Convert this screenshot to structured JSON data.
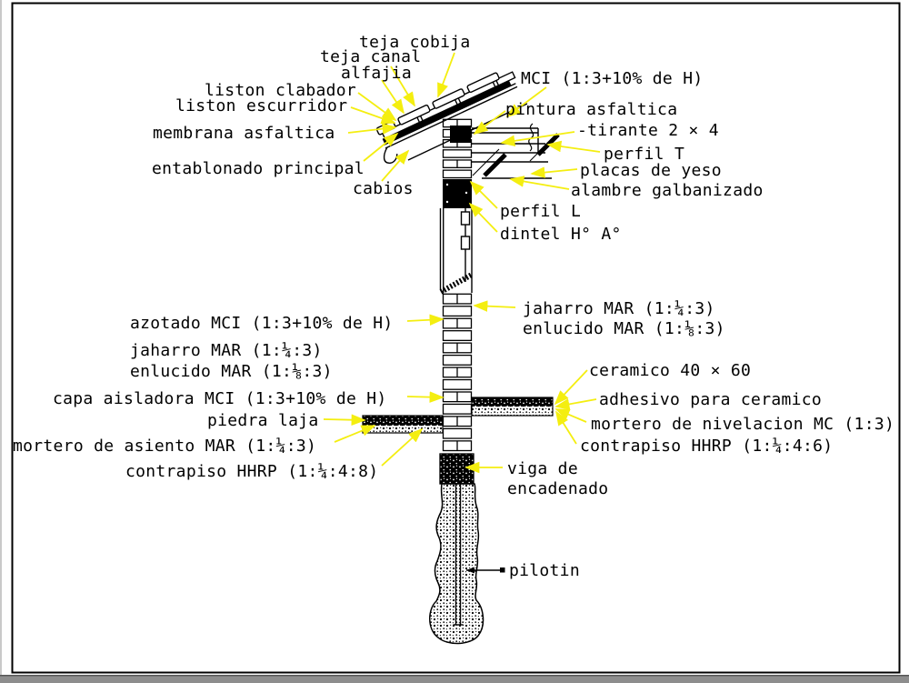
{
  "document": {
    "type": "construction-detail-section",
    "language": "es"
  },
  "colors": {
    "background": "#ffffff",
    "line": "#000000",
    "leader": "#f4ee10",
    "window_edge_gray": "#8d8d8d"
  },
  "labels": [
    {
      "id": "teja-cobija",
      "text": "teja cobija"
    },
    {
      "id": "teja-canal",
      "text": "teja canal"
    },
    {
      "id": "alfajia",
      "text": "alfajia"
    },
    {
      "id": "liston-clabador",
      "text": "liston clabador"
    },
    {
      "id": "liston-escurridor",
      "text": "liston escurridor"
    },
    {
      "id": "membrana-asfaltica",
      "text": "membrana asfaltica"
    },
    {
      "id": "entablonado-principal",
      "text": "entablonado principal"
    },
    {
      "id": "cabios",
      "text": "cabios"
    },
    {
      "id": "mci-roof",
      "text": "MCI (1:3+10% de H)"
    },
    {
      "id": "pintura-asfaltica",
      "text": "pintura asfaltica"
    },
    {
      "id": "tirante",
      "text": "-tirante 2 × 4"
    },
    {
      "id": "perfil-t",
      "text": "perfil T"
    },
    {
      "id": "placas-de-yeso",
      "text": "placas de yeso"
    },
    {
      "id": "alambre-galbanizado",
      "text": "alambre galbanizado"
    },
    {
      "id": "perfil-l",
      "text": "perfil L"
    },
    {
      "id": "dintel",
      "text": "dintel H° A°"
    },
    {
      "id": "jaharro-right",
      "text": "jaharro MAR (1:¼:3)"
    },
    {
      "id": "enlucido-right",
      "text": "enlucido MAR (1:⅛:3)"
    },
    {
      "id": "azotado",
      "text": "azotado MCI (1:3+10% de H)"
    },
    {
      "id": "jaharro-left",
      "text": "jaharro MAR (1:¼:3)"
    },
    {
      "id": "enlucido-left",
      "text": "enlucido MAR (1:⅛:3)"
    },
    {
      "id": "capa-aisladora",
      "text": "capa aisladora MCI (1:3+10% de H)"
    },
    {
      "id": "piedra-laja",
      "text": "piedra laja"
    },
    {
      "id": "mortero-asiento",
      "text": "mortero de asiento MAR (1:¼:3)"
    },
    {
      "id": "contrapiso-left",
      "text": "contrapiso HHRP (1:¼:4:8)"
    },
    {
      "id": "ceramico",
      "text": "ceramico 40 × 60"
    },
    {
      "id": "adhesivo-ceramico",
      "text": "adhesivo para ceramico"
    },
    {
      "id": "mortero-nivelacion",
      "text": "mortero de nivelacion MC (1:3)"
    },
    {
      "id": "contrapiso-right",
      "text": "contrapiso HHRP (1:¼:4:6)"
    },
    {
      "id": "viga-encadenado",
      "text": "viga de\nencadenado"
    },
    {
      "id": "pilotin",
      "text": "pilotin"
    }
  ]
}
